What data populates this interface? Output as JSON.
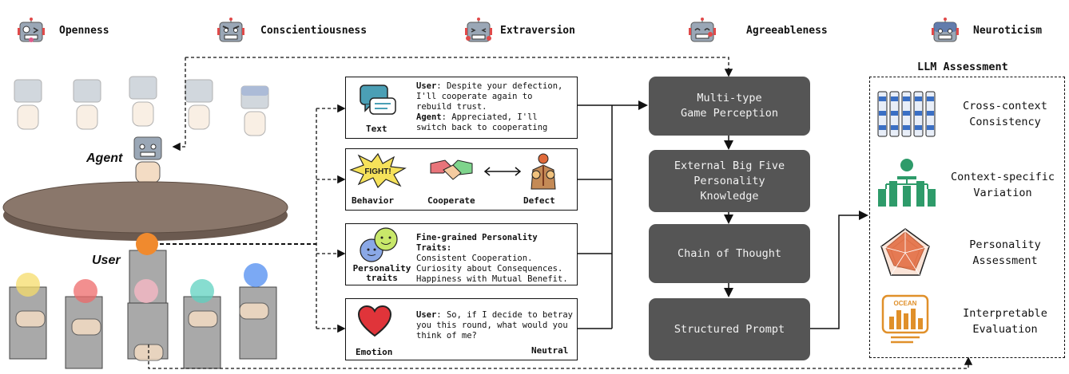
{
  "traits": [
    {
      "label": "Openness"
    },
    {
      "label": "Conscientiousness"
    },
    {
      "label": "Extraversion"
    },
    {
      "label": "Agreeableness"
    },
    {
      "label": "Neuroticism"
    }
  ],
  "scene": {
    "agent_label": "Agent",
    "user_label": "User"
  },
  "panels": {
    "text": {
      "caption": "Text",
      "user_prefix": "User",
      "user_msg": ": Despite your defection,\nI'll cooperate again to\nrebuild trust.",
      "agent_prefix": "Agent",
      "agent_msg": ": Appreciated, I'll\nswitch back to cooperating"
    },
    "behavior": {
      "caption": "Behavior",
      "fight_text": "FIGHT!",
      "cooperate": "Cooperate",
      "defect": "Defect"
    },
    "personality": {
      "caption": "Personality\ntraits",
      "heading": "Fine-grained Personality Traits:",
      "lines": "Consistent Cooperation.\nCuriosity about Consequences.\nHappiness with Mutual Benefit."
    },
    "emotion": {
      "caption": "Emotion",
      "user_prefix": "User",
      "user_msg": ": So, if I decide to betray\nyou this round, what would you\nthink of me?",
      "tag": "Neutral"
    }
  },
  "pipeline": [
    {
      "label": "Multi-type\nGame Perception"
    },
    {
      "label": "External Big Five\nPersonality\nKnowledge"
    },
    {
      "label": "Chain of Thought"
    },
    {
      "label": "Structured Prompt"
    }
  ],
  "assessment": {
    "title": "LLM Assessment",
    "items": [
      {
        "label": "Cross-context\nConsistency"
      },
      {
        "label": "Context-specific\nVariation"
      },
      {
        "label": "Personality\nAssessment"
      },
      {
        "label": "Interpretable\nEvaluation",
        "icon_text": "OCEAN"
      }
    ]
  },
  "colors": {
    "box_fill": "#555555",
    "table": "#7d6a5e",
    "user_orange": "#f08a2e",
    "assess_blue": "#3a6fc4",
    "assess_green": "#2e9b6a",
    "radar_orange": "#e2683c",
    "eval_orange": "#e0902a"
  }
}
